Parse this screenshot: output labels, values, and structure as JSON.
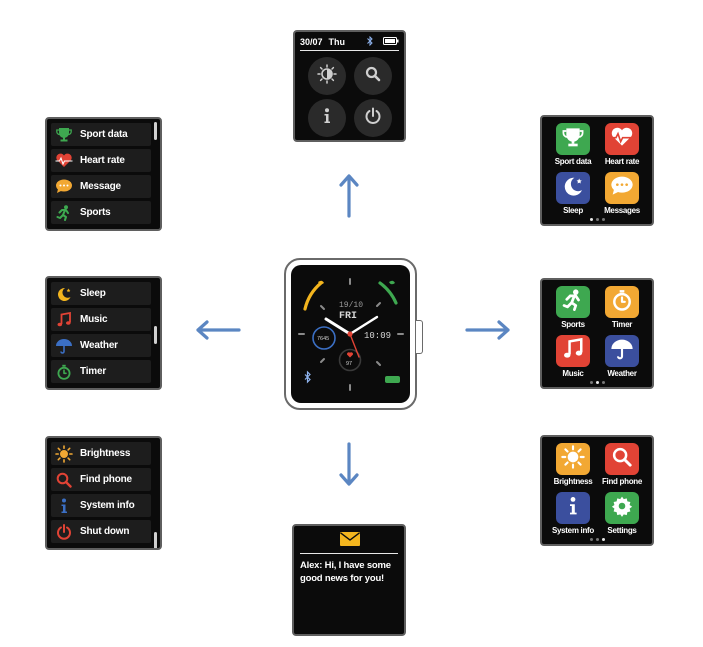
{
  "colors": {
    "arrow": "#5b86c2",
    "screen_bg": "#0b0b0b",
    "green": "#3ea850",
    "red": "#e14335",
    "orange": "#f2a833",
    "blue": "#3b4f9e",
    "yellow": "#f3b51e"
  },
  "list_sport": {
    "items": [
      {
        "label": "Sport data",
        "icon": "trophy-icon"
      },
      {
        "label": "Heart rate",
        "icon": "heart-rate-icon"
      },
      {
        "label": "Message",
        "icon": "message-icon"
      },
      {
        "label": "Sports",
        "icon": "running-icon"
      }
    ]
  },
  "list_sleep": {
    "items": [
      {
        "label": "Sleep",
        "icon": "moon-icon"
      },
      {
        "label": "Music",
        "icon": "music-note-icon"
      },
      {
        "label": "Weather",
        "icon": "umbrella-icon"
      },
      {
        "label": "Timer",
        "icon": "stopwatch-icon"
      }
    ]
  },
  "list_settings": {
    "items": [
      {
        "label": "Brightness",
        "icon": "brightness-icon"
      },
      {
        "label": "Find phone",
        "icon": "magnifier-icon"
      },
      {
        "label": "System info",
        "icon": "info-icon"
      },
      {
        "label": "Shut down",
        "icon": "power-icon"
      }
    ]
  },
  "control_center": {
    "date": "30/07",
    "weekday": "Thu"
  },
  "grid_1": {
    "apps": [
      {
        "label": "Sport data",
        "icon": "trophy-icon"
      },
      {
        "label": "Heart rate",
        "icon": "heart-rate-icon"
      },
      {
        "label": "Sleep",
        "icon": "moon-icon"
      },
      {
        "label": "Messages",
        "icon": "message-icon"
      }
    ]
  },
  "grid_2": {
    "apps": [
      {
        "label": "Sports",
        "icon": "running-icon"
      },
      {
        "label": "Timer",
        "icon": "stopwatch-icon"
      },
      {
        "label": "Music",
        "icon": "music-note-icon"
      },
      {
        "label": "Weather",
        "icon": "umbrella-icon"
      }
    ]
  },
  "grid_3": {
    "apps": [
      {
        "label": "Brightness",
        "icon": "brightness-icon"
      },
      {
        "label": "Find phone",
        "icon": "magnifier-icon"
      },
      {
        "label": "System info",
        "icon": "info-icon"
      },
      {
        "label": "Settings",
        "icon": "gear-icon"
      }
    ]
  },
  "watch_face": {
    "date": "19/10",
    "weekday": "FRI",
    "time": "10:09",
    "steps": "7645",
    "heart": "97"
  },
  "message": {
    "text": "Alex: Hi, I have some good news for you!"
  }
}
